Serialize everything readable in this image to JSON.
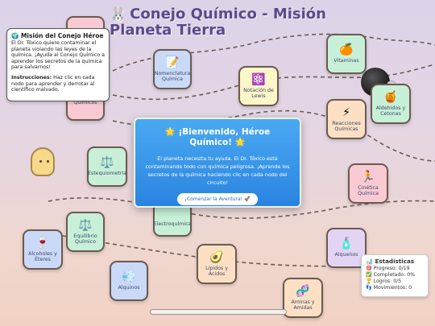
{
  "header": {
    "title": "Conejo Químico - Misión Planeta Tierra"
  },
  "mission": {
    "title": "🌍 Misión del Conejo Héroe",
    "body": "El Dr. Tóxico quiere contaminar el planeta violando las leyes de la química. ¡Ayuda al Conejo Químico a aprender los secretos de la química para salvarnos!",
    "instructions_label": "Instrucciones:",
    "instructions_text": "Haz clic en cada nodo para aprender y derrotar al científico malvado."
  },
  "modal": {
    "title": "🌟 ¡Bienvenido, Héroe Químico! 🌟",
    "body": "El planeta necesita tu ayuda. El Dr. Tóxico está contaminando todo con química peligrosa. ¡Aprende los secretos de la química haciendo clic en cada nodo del circuito!",
    "button_label": "¡Comenzar la Aventura! 🚀"
  },
  "stats": {
    "title": "📊 Estadísticas",
    "progress": "🎯 Progreso: 0/19",
    "completed": "✅ Completado: 0%",
    "achievements": "🏆 Logros: 0/5",
    "moves": "👣 Movimientos: 0"
  },
  "nodes": [
    {
      "id": "nomenclatura",
      "icon": "📝",
      "label": "Nomenclatura Química",
      "color": "#c9d9f7"
    },
    {
      "id": "lewis",
      "icon": "⚛️",
      "label": "Notación de Lewis",
      "color": "#fdf6c8"
    },
    {
      "id": "vitaminas",
      "icon": "🍊",
      "label": "Vitaminas",
      "color": "#c8f0d8"
    },
    {
      "id": "enlaces",
      "icon": "",
      "label": "Enlaces Químicos",
      "color": "#f9cad3"
    },
    {
      "id": "reacciones",
      "icon": "⚡",
      "label": "Reacciones Químicas",
      "color": "#fde0c4"
    },
    {
      "id": "aldehidos",
      "icon": "🍯",
      "label": "Aldehídos y Cetonas",
      "color": "#c8f0d8"
    },
    {
      "id": "estequiometria",
      "icon": "⚖️",
      "label": "Estequiometría",
      "color": "#c8f0d8"
    },
    {
      "id": "cinetica",
      "icon": "🏃",
      "label": "Cinética Química",
      "color": "#f9cad3"
    },
    {
      "id": "electroquimica",
      "icon": "",
      "label": "Electroquímica",
      "color": "#c8f0d8"
    },
    {
      "id": "equilibrio",
      "icon": "⚖️",
      "label": "Equilibrio Químico",
      "color": "#c8f0d8"
    },
    {
      "id": "alcoholes",
      "icon": "🍷",
      "label": "Alcoholes y Éteres",
      "color": "#c9d9f7"
    },
    {
      "id": "lipidos",
      "icon": "🥑",
      "label": "Lípidos y Ácidos",
      "color": "#fde0c4"
    },
    {
      "id": "alquinos",
      "icon": "💨",
      "label": "Alquinos",
      "color": "#c9d9f7"
    },
    {
      "id": "alquenos",
      "icon": "🧴",
      "label": "Alquenos",
      "color": "#e4d4f4"
    },
    {
      "id": "aminas",
      "icon": "🧬",
      "label": "Aminas y Amidas",
      "color": "#fde0c4"
    }
  ]
}
